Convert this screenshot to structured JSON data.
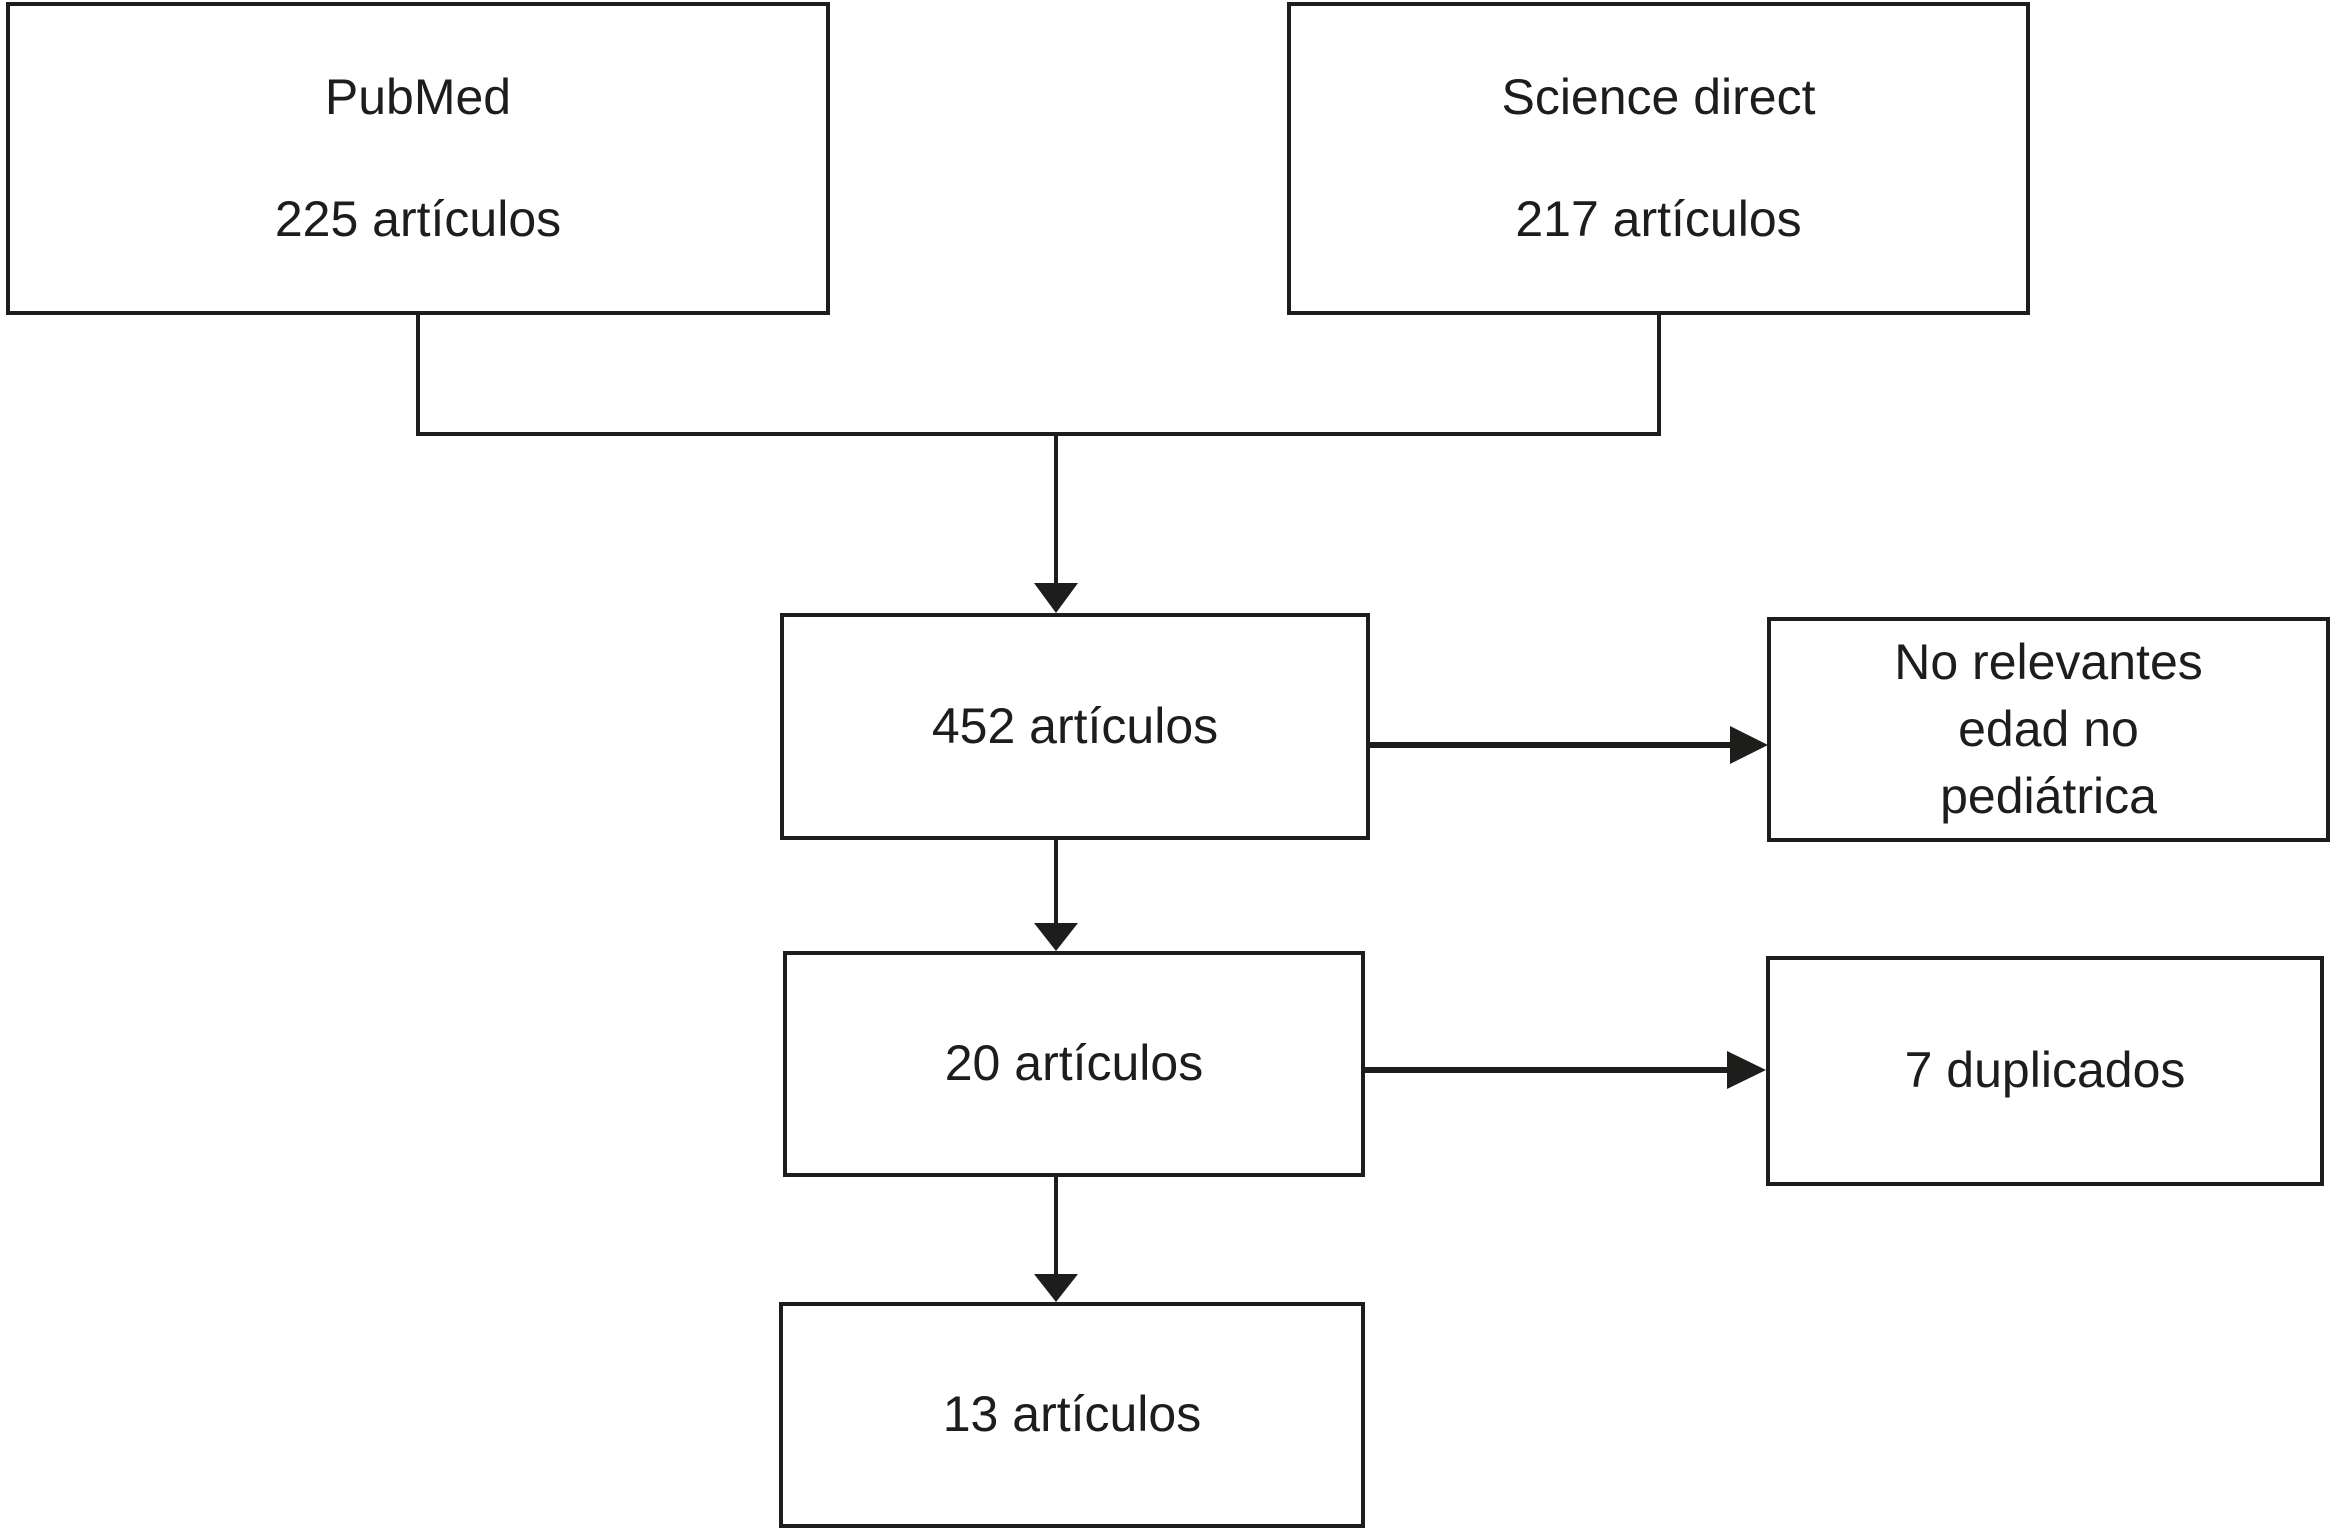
{
  "figure": {
    "type": "flowchart",
    "background": "#ffffff",
    "line_color": "#1d1d1b",
    "text_color": "#1d1d1b",
    "nodes": {
      "pubmed": {
        "lines": [
          "PubMed",
          "225 artículos"
        ]
      },
      "science_direct": {
        "lines": [
          "Science direct",
          "217 artículos"
        ]
      },
      "merged": {
        "lines": [
          "452 artículos"
        ]
      },
      "excluded_relevance": {
        "lines": [
          "No relevantes",
          "edad no",
          "pediátrica"
        ]
      },
      "screened": {
        "lines": [
          "20 artículos"
        ]
      },
      "duplicates": {
        "lines": [
          "7 duplicados"
        ]
      },
      "included": {
        "lines": [
          "13 artículos"
        ]
      }
    },
    "edges": [
      {
        "from": "pubmed",
        "to": "merged",
        "type": "merge"
      },
      {
        "from": "science_direct",
        "to": "merged",
        "type": "merge"
      },
      {
        "from": "merged",
        "to": "excluded_relevance",
        "type": "exclusion-arrow"
      },
      {
        "from": "merged",
        "to": "screened",
        "type": "flow-arrow"
      },
      {
        "from": "screened",
        "to": "duplicates",
        "type": "exclusion-arrow"
      },
      {
        "from": "screened",
        "to": "included",
        "type": "flow-arrow"
      }
    ]
  }
}
